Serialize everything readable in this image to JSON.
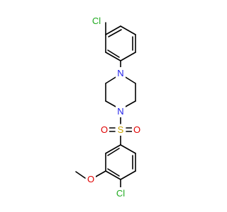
{
  "colors": {
    "bond": "#000000",
    "Cl": "#1FAA1F",
    "N": "#2020E8",
    "S": "#C9A400",
    "O": "#E00000"
  },
  "atoms": {
    "cl_top": "Cl",
    "n_top": "N",
    "n_bottom": "N",
    "sulfur": "S",
    "o_left": "O",
    "o_right": "O",
    "o_methoxy": "O",
    "cl_bottom": "Cl"
  }
}
